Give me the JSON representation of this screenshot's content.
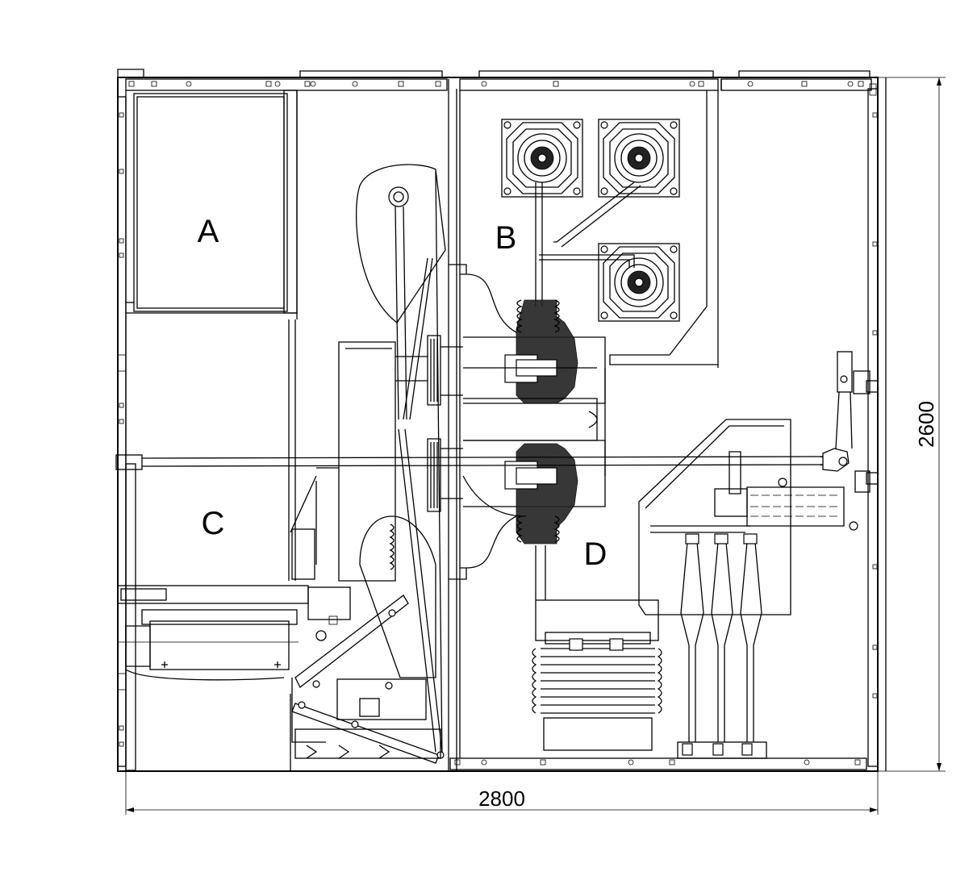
{
  "compartments": {
    "a": "A",
    "b": "B",
    "c": "C",
    "d": "D"
  },
  "dimensions": {
    "width": "2800",
    "height": "2600"
  }
}
